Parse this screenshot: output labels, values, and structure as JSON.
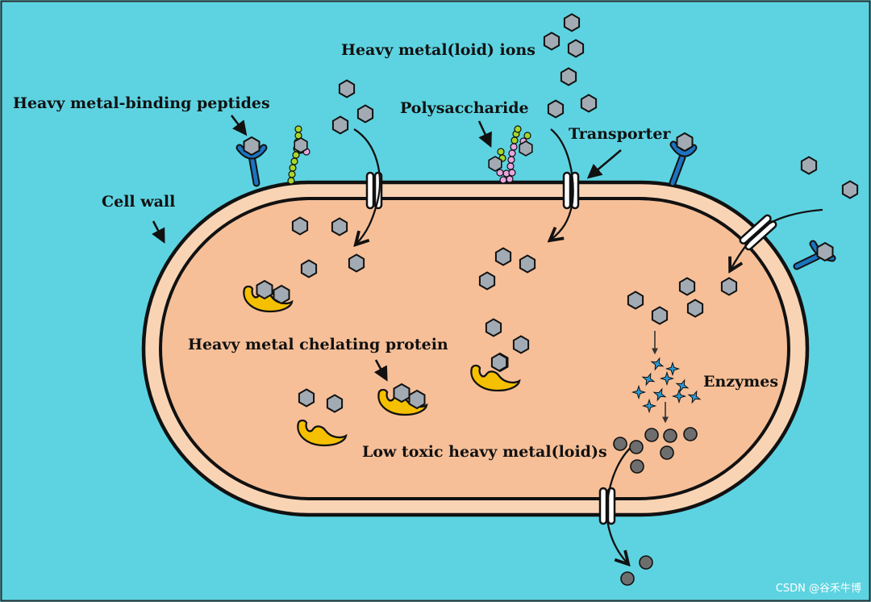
{
  "labels": {
    "ions": "Heavy metal(loid) ions",
    "peptides": "Heavy metal-binding peptides",
    "polysaccharide": "Polysaccharide",
    "transporter": "Transporter",
    "cell_wall": "Cell wall",
    "chelating_protein": "Heavy metal chelating protein",
    "enzymes": "Enzymes",
    "low_toxic": "Low toxic heavy metal(loid)s"
  },
  "watermark": "CSDN @谷禾牛博",
  "colors": {
    "background": "#5dd3e1",
    "cell_wall": "#f9d4b4",
    "cytoplasm": "#f6bf98",
    "outline": "#111111",
    "ion_fill": "#a2abb3",
    "reduced_metal": "#6e6e6e",
    "chelator": "#f5c000",
    "peptide_stalk": "#1c74c0",
    "enzyme": "#2a98d4",
    "poly_green": "#a6d72c",
    "poly_pink": "#e7a6e0"
  },
  "icons": {
    "ion": "hexagon-icon",
    "channel": "transporter-channel-icon",
    "receptor": "binding-peptide-icon",
    "chelator": "chelating-protein-icon",
    "enzyme": "enzyme-star-icon",
    "polysaccharide": "bead-chain-icon"
  }
}
